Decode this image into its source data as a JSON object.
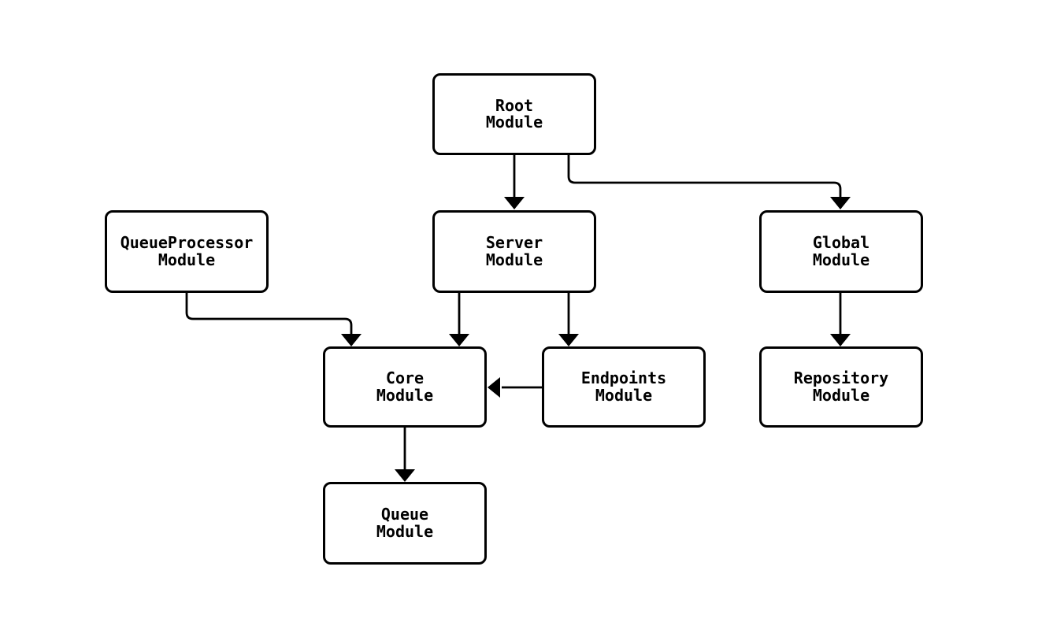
{
  "diagram": {
    "type": "flowchart",
    "background_color": "#ffffff",
    "node_fill_color": "#ffffff",
    "node_border_color": "#000000",
    "text_color": "#000000",
    "edge_color": "#000000",
    "nodes": [
      {
        "id": "root",
        "label": "Root\nModule"
      },
      {
        "id": "queueprocessor",
        "label": "QueueProcessor\nModule"
      },
      {
        "id": "server",
        "label": "Server\nModule"
      },
      {
        "id": "global",
        "label": "Global\nModule"
      },
      {
        "id": "core",
        "label": "Core\nModule"
      },
      {
        "id": "endpoints",
        "label": "Endpoints\nModule"
      },
      {
        "id": "repository",
        "label": "Repository\nModule"
      },
      {
        "id": "queue",
        "label": "Queue\nModule"
      }
    ],
    "edges": [
      {
        "from": "Root Module",
        "to": "Server Module"
      },
      {
        "from": "Root Module",
        "to": "Global Module"
      },
      {
        "from": "QueueProcessor Module",
        "to": "Core Module"
      },
      {
        "from": "Server Module",
        "to": "Core Module"
      },
      {
        "from": "Server Module",
        "to": "Endpoints Module"
      },
      {
        "from": "Global Module",
        "to": "Repository Module"
      },
      {
        "from": "Endpoints Module",
        "to": "Core Module"
      },
      {
        "from": "Core Module",
        "to": "Queue Module"
      }
    ]
  }
}
